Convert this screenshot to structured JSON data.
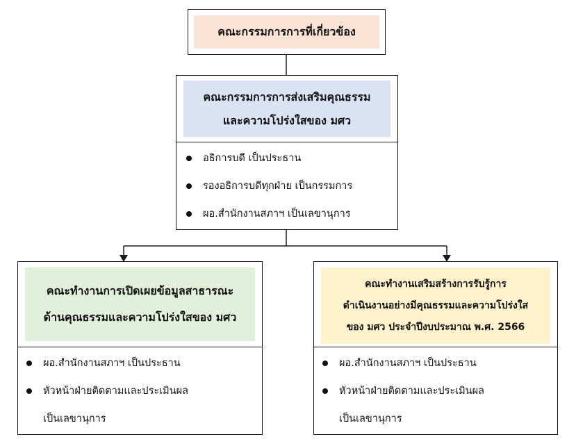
{
  "colors": {
    "top_fill": "#fbe3d6",
    "middle_fill": "#dae3f3",
    "left_fill": "#e2efda",
    "right_fill": "#fff2cc",
    "border": "#1a1a1a"
  },
  "top_box": {
    "title": "คณะกรรมการการที่เกี่ยวข้อง"
  },
  "middle_box": {
    "title_line1": "คณะกรรมการการส่งเสริมคุณธรรม",
    "title_line2": "และความโปร่งใสของ มศว",
    "bullets": [
      "อธิการบดี เป็นประธาน",
      "รองอธิการบดีทุกฝ่าย เป็นกรรมการ",
      "ผอ.สำนักงานสภาฯ เป็นเลขานุการ"
    ]
  },
  "left_box": {
    "title_line1": "คณะทำงานการเปิดเผยข้อมูลสาธารณะ",
    "title_line2": "ด้านคุณธรรมและความโปร่งใสของ มศว",
    "bullets": [
      {
        "text": "ผอ.สำนักงานสภาฯ เป็นประธาน",
        "cont": ""
      },
      {
        "text": "หัวหน้าฝ่ายติดตามและประเมินผล",
        "cont": "เป็นเลขานุการ"
      }
    ]
  },
  "right_box": {
    "title_line1": "คณะทำงานเสริมสร้างการรับรู้การ",
    "title_line2": "ดำเนินงานอย่างมีคุณธรรมและความโปร่งใส",
    "title_line3": "ของ มศว ประจำปีงบประมาณ พ.ศ. 2566",
    "bullets": [
      {
        "text": "ผอ.สำนักงานสภาฯ เป็นประธาน",
        "cont": ""
      },
      {
        "text": "หัวหน้าฝ่ายติดตามและประเมินผล",
        "cont": "เป็นเลขานุการ"
      }
    ]
  }
}
